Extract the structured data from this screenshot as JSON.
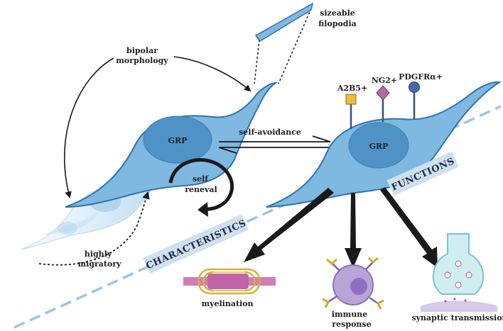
{
  "labels": {
    "filopodia": [
      "sizeable",
      "filopodia"
    ],
    "bipolar": [
      "bipolar",
      "morphology"
    ],
    "self_avoidance": "self-avoidance",
    "grp_left": "GRP",
    "grp_right": "GRP",
    "self_renewal": [
      "self",
      "reneval"
    ],
    "highly_migratory": [
      "highly",
      "migratory"
    ],
    "characteristics": "CHARACTERISTICS",
    "functions": "FUNCTIONS",
    "myelination": "myelination",
    "immune_response": [
      "immune",
      "response"
    ],
    "synaptic_transmission": "synaptic transmission"
  },
  "markers": [
    {
      "name": "A2B5+",
      "shape": "square",
      "color": "#e9be3c"
    },
    {
      "name": "NG2+",
      "shape": "diamond",
      "color": "#b06aa8"
    },
    {
      "name": "PDGFRα+",
      "shape": "circle",
      "color": "#4a66b0"
    }
  ],
  "colors": {
    "cell_fill": "#7fb8e1",
    "cell_stroke": "#2f74ad",
    "nucleus": "#4f93c6",
    "divider": "#9fc4e6",
    "banner": "#cfe0ef",
    "arrow": "#1a1a1a"
  }
}
